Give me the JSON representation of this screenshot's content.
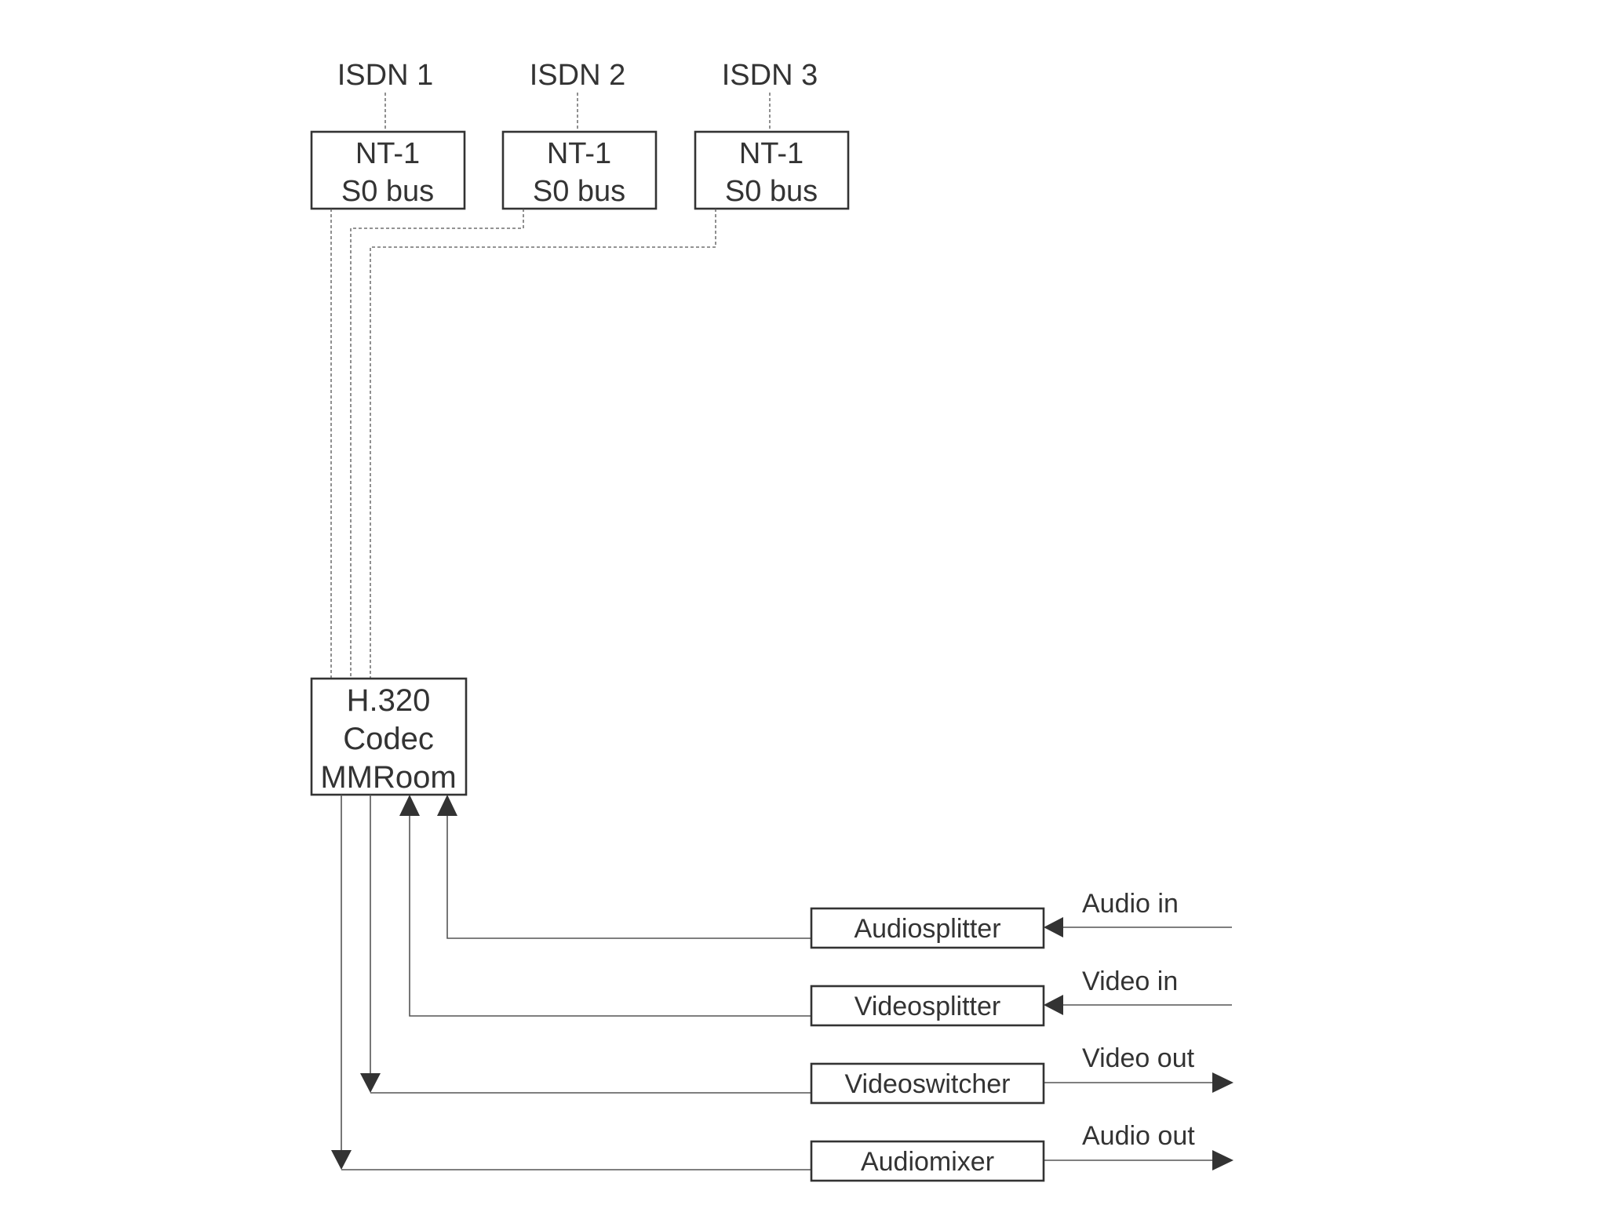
{
  "isdn_lines": [
    {
      "label": "ISDN 1",
      "nt_line1": "NT-1",
      "nt_line2": "S0 bus"
    },
    {
      "label": "ISDN 2",
      "nt_line1": "NT-1",
      "nt_line2": "S0 bus"
    },
    {
      "label": "ISDN 3",
      "nt_line1": "NT-1",
      "nt_line2": "S0 bus"
    }
  ],
  "codec": {
    "line1": "H.320",
    "line2": "Codec",
    "line3": "MMRoom"
  },
  "devices": [
    {
      "name": "Audiosplitter",
      "signal": "Audio in"
    },
    {
      "name": "Videosplitter",
      "signal": "Video in"
    },
    {
      "name": "Videoswitcher",
      "signal": "Video out"
    },
    {
      "name": "Audiomixer",
      "signal": "Audio out"
    }
  ]
}
